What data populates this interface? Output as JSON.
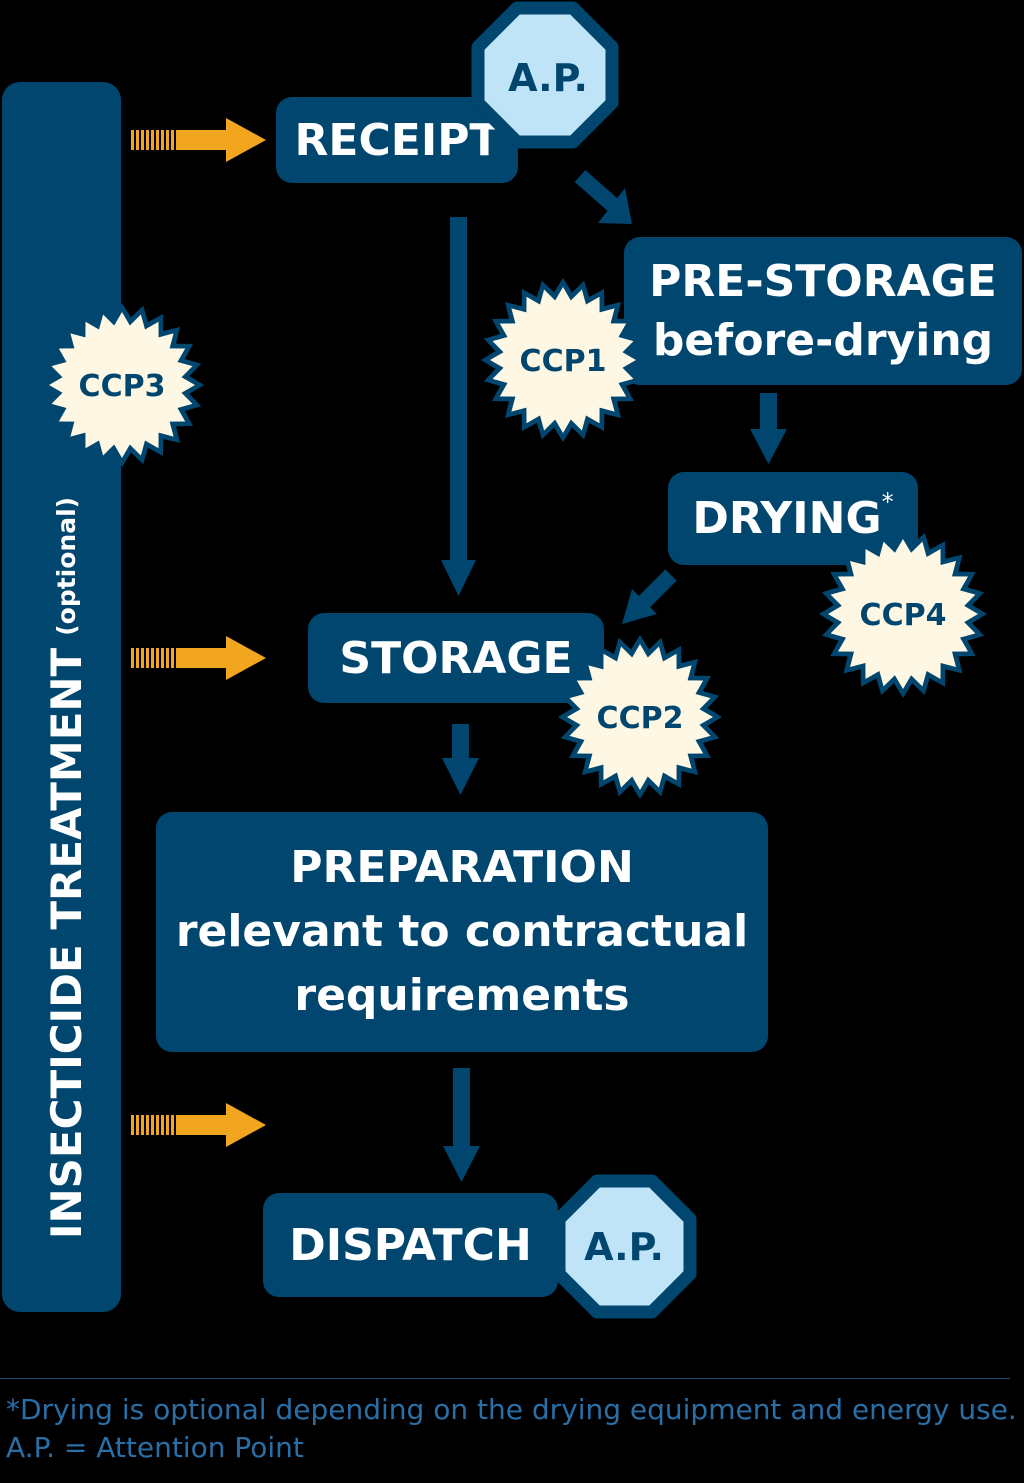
{
  "sidebar": {
    "title": "INSECTICIDE TREATMENT",
    "subtitle": "(optional)"
  },
  "steps": {
    "receipt": "RECEIPT",
    "prestorage_line1": "PRE-STORAGE",
    "prestorage_line2": "before-drying",
    "drying": "DRYING",
    "drying_mark": "*",
    "storage": "STORAGE",
    "preparation_line1": "PREPARATION",
    "preparation_line2": "relevant to contractual",
    "preparation_line3": "requirements",
    "dispatch": "DISPATCH"
  },
  "badges": {
    "ap_top": "A.P.",
    "ap_bottom": "A.P.",
    "ccp1": "CCP1",
    "ccp2": "CCP2",
    "ccp3": "CCP3",
    "ccp4": "CCP4"
  },
  "footnote": {
    "line1": "*Drying is optional depending on the drying equipment and energy use.",
    "line2": "A.P. = Attention Point"
  },
  "colors": {
    "box": "#00466f",
    "arrow_blue": "#00466f",
    "arrow_orange": "#f2a51f",
    "ccp_fill": "#fdf7e3",
    "ap_fill": "#bfe4f7"
  }
}
